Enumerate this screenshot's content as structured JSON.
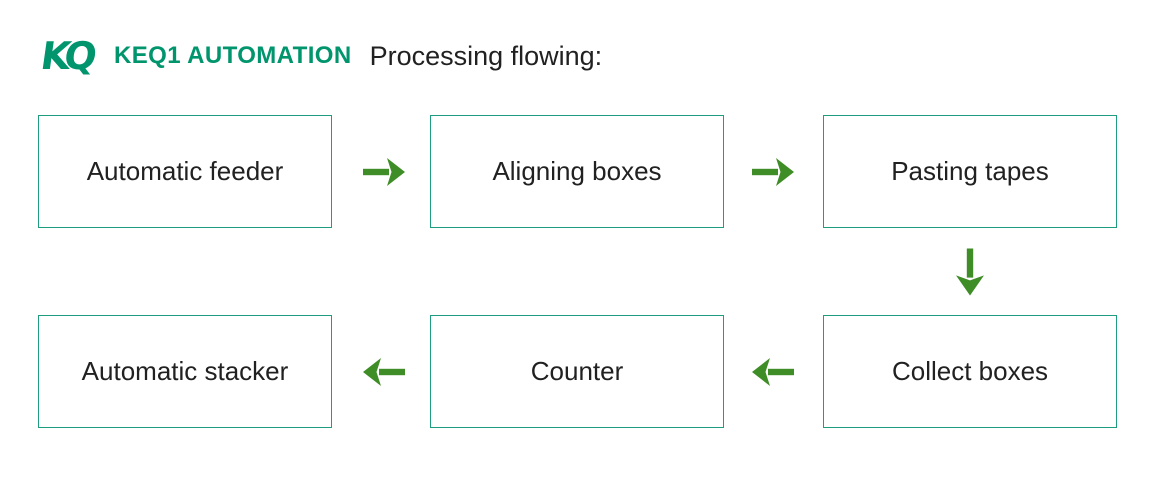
{
  "colors": {
    "brand": "#00956d",
    "border": "#1f9d80",
    "arrow": "#3e8d26",
    "text": "#212121"
  },
  "brand": {
    "logo_text": "KQ",
    "name": "KEQ1 AUTOMATION"
  },
  "header": {
    "title": "Processing flowing:"
  },
  "flow": {
    "nodes": [
      {
        "id": "automatic-feeder",
        "label": "Automatic feeder"
      },
      {
        "id": "aligning-boxes",
        "label": "Aligning boxes"
      },
      {
        "id": "pasting-tapes",
        "label": "Pasting tapes"
      },
      {
        "id": "collect-boxes",
        "label": "Collect boxes"
      },
      {
        "id": "counter",
        "label": "Counter"
      },
      {
        "id": "automatic-stacker",
        "label": "Automatic stacker"
      }
    ],
    "edges": [
      {
        "from": "Automatic feeder",
        "to": "Aligning boxes",
        "direction": "right"
      },
      {
        "from": "Aligning boxes",
        "to": "Pasting tapes",
        "direction": "right"
      },
      {
        "from": "Pasting tapes",
        "to": "Collect boxes",
        "direction": "down"
      },
      {
        "from": "Collect boxes",
        "to": "Counter",
        "direction": "left"
      },
      {
        "from": "Counter",
        "to": "Automatic stacker",
        "direction": "left"
      }
    ]
  }
}
